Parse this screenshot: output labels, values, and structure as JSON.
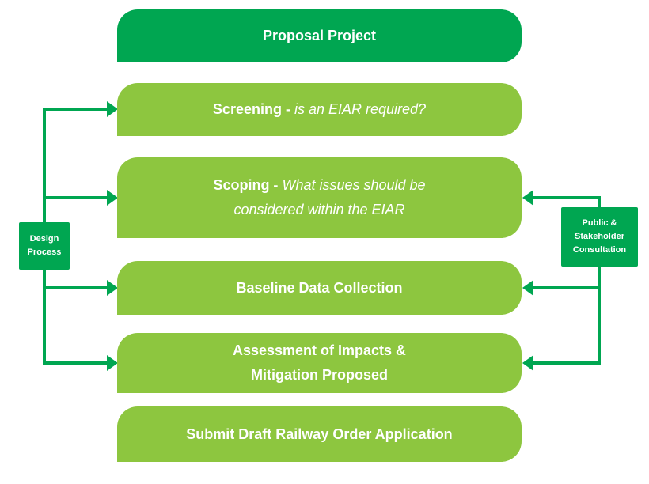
{
  "colors": {
    "dark_green": "#00A651",
    "light_green": "#8DC63F",
    "text": "#FFFFFF",
    "background": "#FFFFFF"
  },
  "flow": {
    "boxes": [
      {
        "id": "proposal",
        "title": "Proposal Project"
      },
      {
        "id": "screening",
        "title": "Screening -",
        "subtitle": "is an EIAR required?"
      },
      {
        "id": "scoping",
        "title": "Scoping -",
        "subtitle": "What issues should be considered within the EIAR"
      },
      {
        "id": "baseline",
        "title": "Baseline Data Collection"
      },
      {
        "id": "assessment",
        "title": "Assessment of Impacts & Mitigation Proposed"
      },
      {
        "id": "submit",
        "title": "Submit Draft Railway Order Application"
      }
    ]
  },
  "side_labels": {
    "design_process": "Design Process",
    "public_consultation": "Public & Stakeholder Consultation"
  }
}
